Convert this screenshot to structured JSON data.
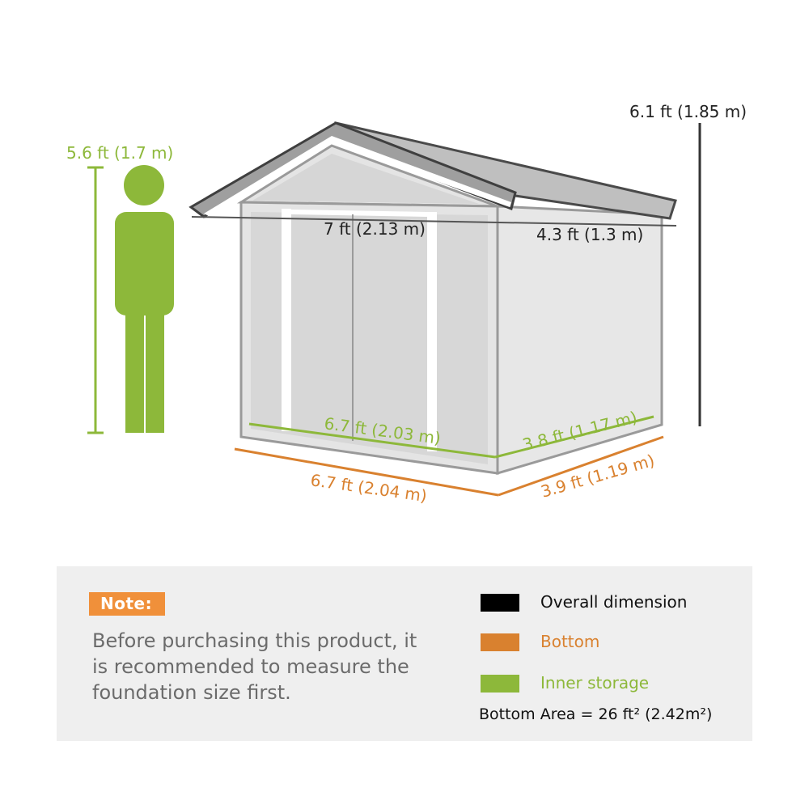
{
  "colors": {
    "overall": "#000000",
    "bottom": "#d9812f",
    "inner": "#8db83a",
    "person": "#8db83a",
    "dimension_text": "#222222",
    "note_badge": "#f0903a",
    "panel_bg": "#efefef"
  },
  "person": {
    "height_label": "5.6 ft (1.7 m)"
  },
  "dimensions": {
    "overall_height": "6.1 ft (1.85 m)",
    "roof_width": "7 ft (2.13 m)",
    "roof_depth": "4.3 ft (1.3 m)",
    "inner_width": "6.7 ft (2.03 m)",
    "inner_depth": "3.8 ft (1.17 m)",
    "bottom_width": "6.7 ft (2.04 m)",
    "bottom_depth": "3.9 ft (1.19 m)"
  },
  "note": {
    "badge": "Note:",
    "line1": "Before purchasing this product, it",
    "line2": "is recommended to measure the",
    "line3": "foundation size first."
  },
  "legend": [
    {
      "label": "Overall dimension",
      "color": "#000000"
    },
    {
      "label": "Bottom",
      "color": "#d9812f"
    },
    {
      "label": "Inner storage",
      "color": "#8db83a"
    }
  ],
  "bottom_area": "Bottom Area = 26 ft² (2.42m²)"
}
